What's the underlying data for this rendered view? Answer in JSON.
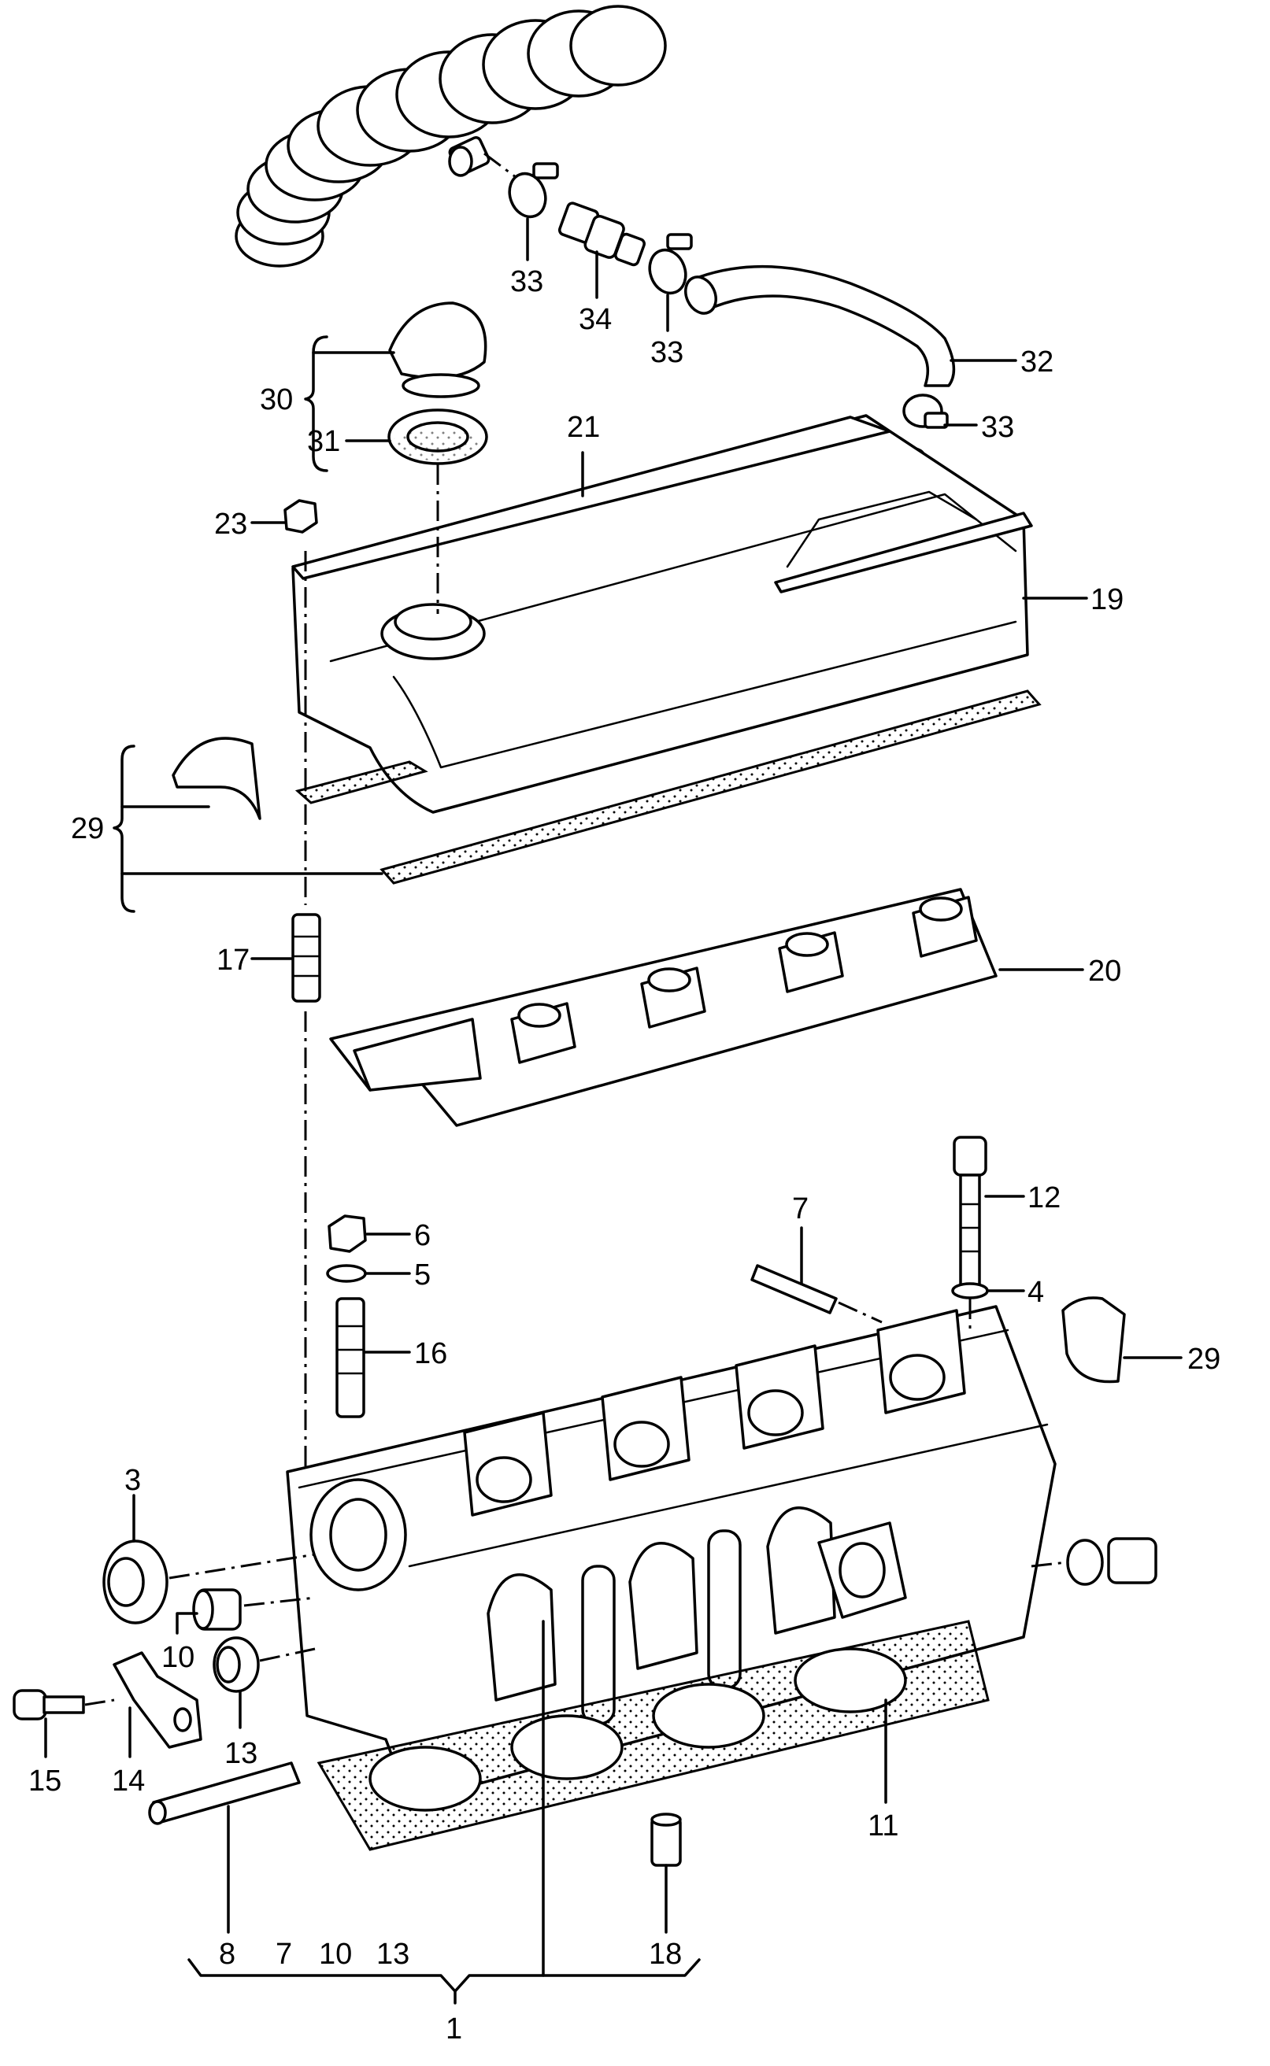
{
  "callouts": {
    "c1": "1",
    "c3": "3",
    "c4": "4",
    "c5": "5",
    "c6": "6",
    "c7_top": "7",
    "c7_bottom": "7",
    "c8": "8",
    "c10_a": "10",
    "c10_b": "10",
    "c11": "11",
    "c12": "12",
    "c13_a": "13",
    "c13_b": "13",
    "c14": "14",
    "c15": "15",
    "c16": "16",
    "c17": "17",
    "c18": "18",
    "c19": "19",
    "c20": "20",
    "c21": "21",
    "c23": "23",
    "c29_a": "29",
    "c29_b": "29",
    "c30": "30",
    "c31": "31",
    "c32": "32",
    "c33_a": "33",
    "c33_b": "33",
    "c33_c": "33",
    "c34": "34"
  },
  "colors": {
    "ink": "#000000",
    "paper": "#ffffff"
  }
}
